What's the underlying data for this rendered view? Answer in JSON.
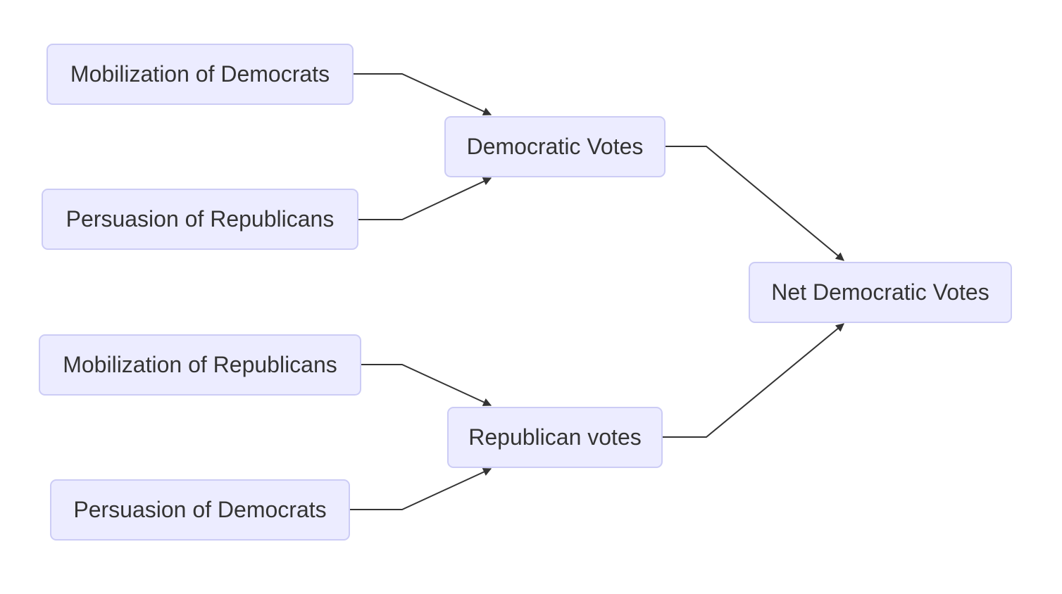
{
  "nodes": {
    "mobilization_of_democrats": "Mobilization of Democrats",
    "persuasion_of_republicans": "Persuasion of Republicans",
    "mobilization_of_republicans": "Mobilization of Republicans",
    "persuasion_of_democrats": "Persuasion of Democrats",
    "democratic_votes": "Democratic Votes",
    "republican_votes": "Republican votes",
    "net_democratic_votes": "Net Democratic Votes"
  },
  "edges": [
    {
      "from": "mobilization_of_democrats",
      "to": "democratic_votes"
    },
    {
      "from": "persuasion_of_republicans",
      "to": "democratic_votes"
    },
    {
      "from": "mobilization_of_republicans",
      "to": "republican_votes"
    },
    {
      "from": "persuasion_of_democrats",
      "to": "republican_votes"
    },
    {
      "from": "democratic_votes",
      "to": "net_democratic_votes"
    },
    {
      "from": "republican_votes",
      "to": "net_democratic_votes"
    }
  ],
  "colors": {
    "node_fill": "#ececff",
    "node_border": "#ccccf5",
    "edge": "#333333",
    "text": "#333333"
  }
}
